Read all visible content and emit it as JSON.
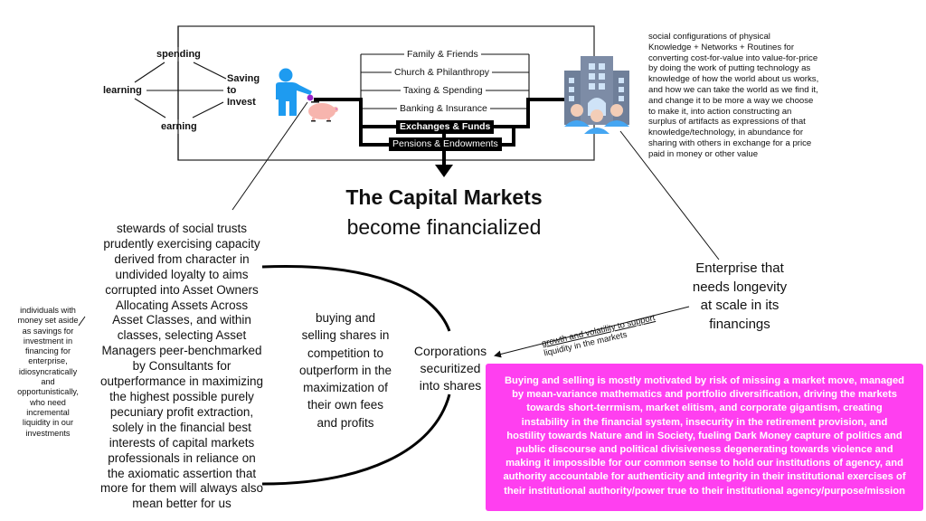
{
  "cycle": {
    "spending": "spending",
    "learning": "learning",
    "saving": [
      "Saving",
      "to",
      "Invest"
    ],
    "earning": "earning"
  },
  "channels": [
    {
      "label": "Family & Friends",
      "style": "plain"
    },
    {
      "label": "Church & Philanthropy",
      "style": "plain"
    },
    {
      "label": "Taxing & Spending",
      "style": "plain"
    },
    {
      "label": "Banking & Insurance",
      "style": "plain"
    },
    {
      "label": "Exchanges & Funds",
      "style": "dark-bold"
    },
    {
      "label": "Pensions & Endowments",
      "style": "dark"
    }
  ],
  "icons": {
    "person": "person-icon",
    "piggy_bank": "piggy-bank-icon",
    "enterprise": "office-building-people-icon"
  },
  "enterprise_description": "social configurations of physical Knowledge + Networks + Routines for converting cost-for-value into value-for-price by doing the work of putting technology as knowledge of how the world about us works, and how we can take the world as we find it, and change it to be more a way we choose to make it, into action constructing an surplus of artifacts as expressions of that knowledge/technology, in abundance for sharing with others in exchange for a price paid in money or other value",
  "enterprise_description_lines": [
    "social configurations of physical",
    "Knowledge + Networks + Routines for",
    "converting cost-for-value into value-for-price",
    "by doing the work of putting technology as",
    "knowledge of how the world about us works,",
    "and how we can take the world as we find it,",
    "and change it to be more a way we choose",
    "to make it, into action constructing an",
    "surplus of artifacts as expressions of that",
    "knowledge/technology, in abundance for",
    "sharing with others in exchange for a price",
    "paid in money or other value"
  ],
  "headline": {
    "line1": "The Capital Markets",
    "line2": "become financialized"
  },
  "stewards_lines": [
    "stewards of social trusts",
    "prudently exercising capacity",
    "derived from character in",
    "undivided loyalty to aims",
    "corrupted into Asset Owners",
    "Allocating Assets Across",
    "Asset Classes, and within",
    "classes, selecting Asset",
    "Managers peer-benchmarked",
    "by Consultants for",
    "outperformance in maximizing",
    "the highest possible purely",
    "pecuniary profit extraction,",
    "solely in the financial best",
    "interests of capital markets",
    "professionals in reliance on",
    "the axiomatic assertion that",
    "more for them will always also",
    "mean better for us"
  ],
  "individuals_lines": [
    "individuals with",
    "money set aside",
    "as savings for",
    "investment in",
    "financing for",
    "enterprise,",
    "idiosyncratically",
    "and",
    "opportunistically,",
    "who need",
    "incremental",
    "liquidity in our",
    "investments"
  ],
  "buying_lines": [
    "buying and",
    "selling shares in",
    "competition to",
    "outperform in the",
    "maximization of",
    "their own fees",
    "and profits"
  ],
  "corporations_lines": [
    "Corporations",
    "securitized",
    "into shares"
  ],
  "enterprise_needs_lines": [
    "Enterprise that",
    "needs longevity",
    "at scale in its",
    "financings"
  ],
  "growth_arrow_lines": [
    "growth and volatility to support",
    "liquidity in the markets"
  ],
  "consequences_lines": [
    "Buying and selling is mostly motivated by risk of missing a market move, managed",
    "by mean-variance mathematics and portfolio diversification, driving the markets",
    "towards short-terrmism, market elitism, and corporate gigantism, creating",
    "instability in the financial system, insecurity in the retirement provision, and",
    "hostility towards Nature and in Society, fueling Dark Money capture of politics and",
    "public discourse and political divisiveness degenerating towards violence and",
    "making it impossible for our common sense to hold our institutions of agency, and",
    "authority accountable for authenticity and integrity in their institutional exercises of",
    "their institutional authority/power true to their institutional agency/purpose/mission"
  ],
  "colors": {
    "magenta_box": "#ff3ff0",
    "person_blue": "#1e9bf0",
    "piggy_pink": "#f7b5ae",
    "coin_purple": "#9b27c9",
    "building_slate": "#6f7f99",
    "people_blue": "#45a6f2"
  }
}
